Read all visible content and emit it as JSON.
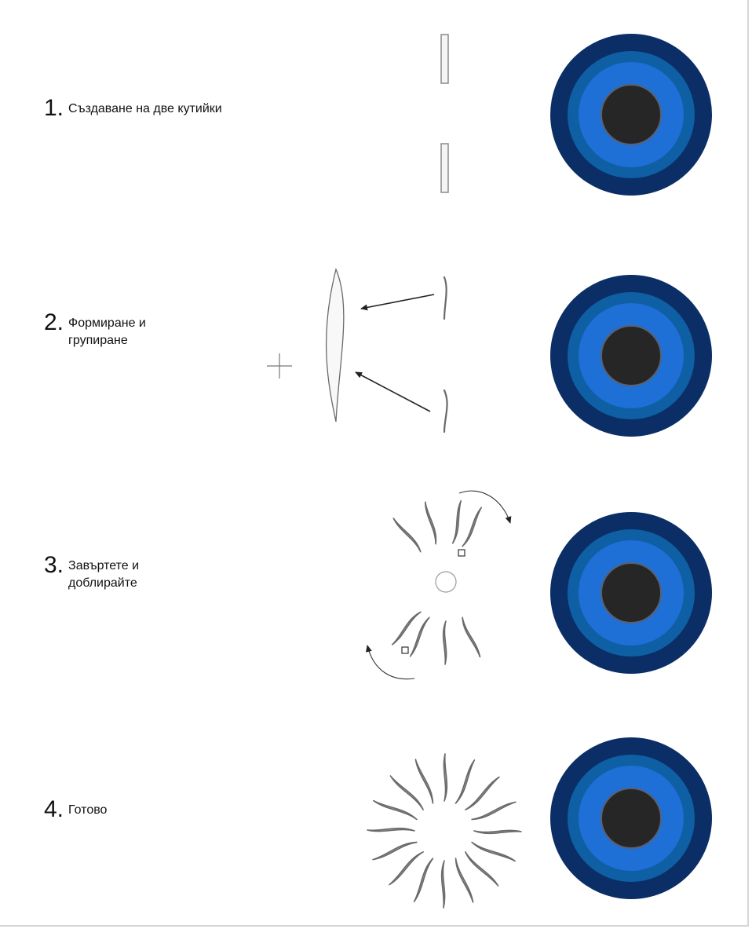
{
  "steps": [
    {
      "number": "1.",
      "text": "Създаване на две кутийки"
    },
    {
      "number": "2.",
      "text": "Формиране и групиране"
    },
    {
      "number": "3.",
      "text": "Завъртете и доблирайте"
    },
    {
      "number": "4.",
      "text": "Готово"
    }
  ],
  "colors": {
    "eye_outer": "#0b2e66",
    "eye_ring": "#0f5fa5",
    "eye_iris": "#1e6fd6",
    "eye_pupil": "#262626",
    "eye_pupil_edge": "#5a6070",
    "stroke": "#6a6a6a",
    "leaf_fill": "#9a9a9a"
  }
}
